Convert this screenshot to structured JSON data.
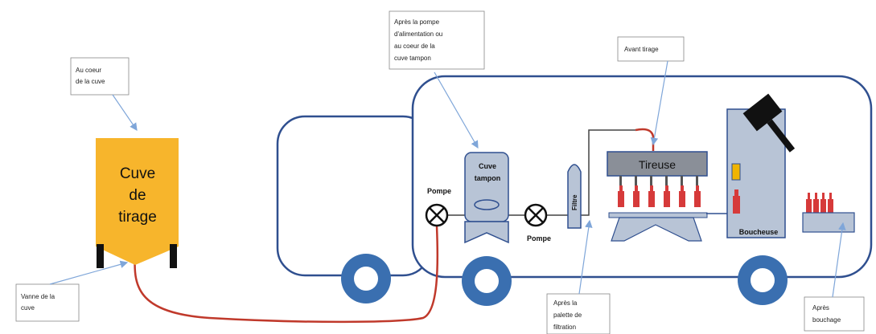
{
  "tank": {
    "label_lines": [
      "Cuve",
      "de",
      "tirage"
    ],
    "fill_color": "#F7B52C"
  },
  "callouts": {
    "tank_heart": [
      "Au coeur",
      "de la cuve"
    ],
    "tank_valve": [
      "Vanne de la",
      "cuve"
    ],
    "buffer_pump": [
      "Après la pompe",
      "d'alimentation ou",
      "au coeur de la",
      "cuve tampon"
    ],
    "before_filling": [
      "Avant tirage"
    ],
    "after_filter": [
      "Après la",
      "palette de",
      "filtration"
    ],
    "after_corking": [
      "Après",
      "bouchage"
    ]
  },
  "equipment": {
    "pump_left": "Pompe",
    "pump_right": "Pompe",
    "buffer_tank": [
      "Cuve",
      "tampon"
    ],
    "filter": "Filtre",
    "filler": "Tireuse",
    "corker": "Boucheuse"
  },
  "colors": {
    "truck_outline": "#2F4F8F",
    "wheel": "#3A6FB0",
    "hose": "#C0392B",
    "equipment_fill": "#B8C4D6",
    "filler_head": "#8A8F98",
    "arrow": "#7FA6D9",
    "bottle": "#D63A3A"
  }
}
